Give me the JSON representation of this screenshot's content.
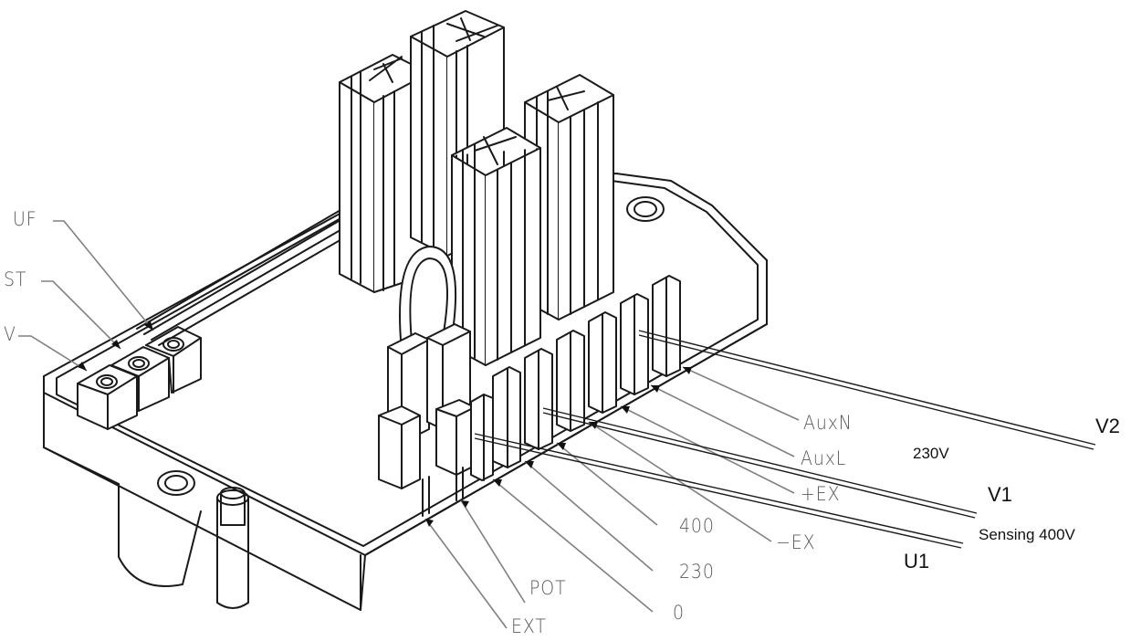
{
  "labels": {
    "uf": "UF",
    "st": "ST",
    "v": "V",
    "auxn": "AuxN",
    "auxl": "AuxL",
    "plus_ex": "+EX",
    "minus_ex": "−EX",
    "t400": "400",
    "t230": "230",
    "t0": "0",
    "pot": "POT",
    "ext": "EXT",
    "v2": "V2",
    "v1": "V1",
    "u1": "U1",
    "volt230": "230V",
    "sensing": "Sensing 400V"
  },
  "colors": {
    "line": "#1a1a1a",
    "leader": "#808080",
    "text": "#5a5a5a"
  }
}
